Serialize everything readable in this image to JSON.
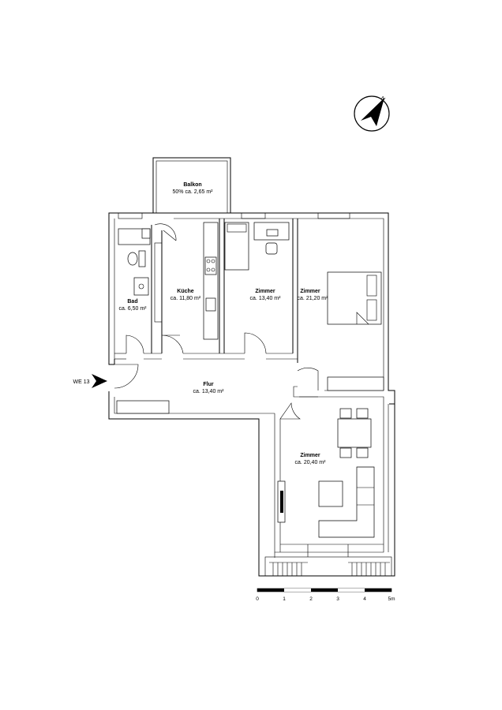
{
  "rooms": [
    {
      "name": "Balkon",
      "area": "50% ca. 2,65 m²"
    },
    {
      "name": "Bad",
      "area": "ca. 6,50 m²"
    },
    {
      "name": "Küche",
      "area": "ca. 11,80 m²"
    },
    {
      "name": "Zimmer",
      "area": "ca. 13,40 m²"
    },
    {
      "name": "Zimmer",
      "area": "ca. 21,20 m²"
    },
    {
      "name": "Flur",
      "area": "ca. 13,40 m²"
    },
    {
      "name": "Zimmer",
      "area": "ca. 20,40 m²"
    }
  ],
  "entrance": {
    "label": "WE 13"
  },
  "compass": {
    "label": "N",
    "icon": "north-arrow-icon"
  },
  "scale_bar": {
    "ticks": [
      "0",
      "1",
      "2",
      "3",
      "4",
      "5m"
    ]
  }
}
